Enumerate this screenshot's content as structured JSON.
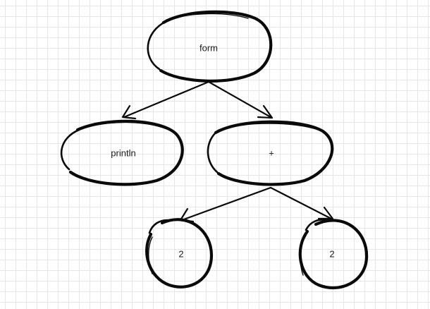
{
  "nodes": {
    "form": "form",
    "println": "println",
    "plus": "+",
    "left_two": "2",
    "right_two": "2"
  },
  "colors": {
    "ink": "#0a0a0a",
    "grid": "#e6e6e6",
    "background": "#ffffff"
  }
}
